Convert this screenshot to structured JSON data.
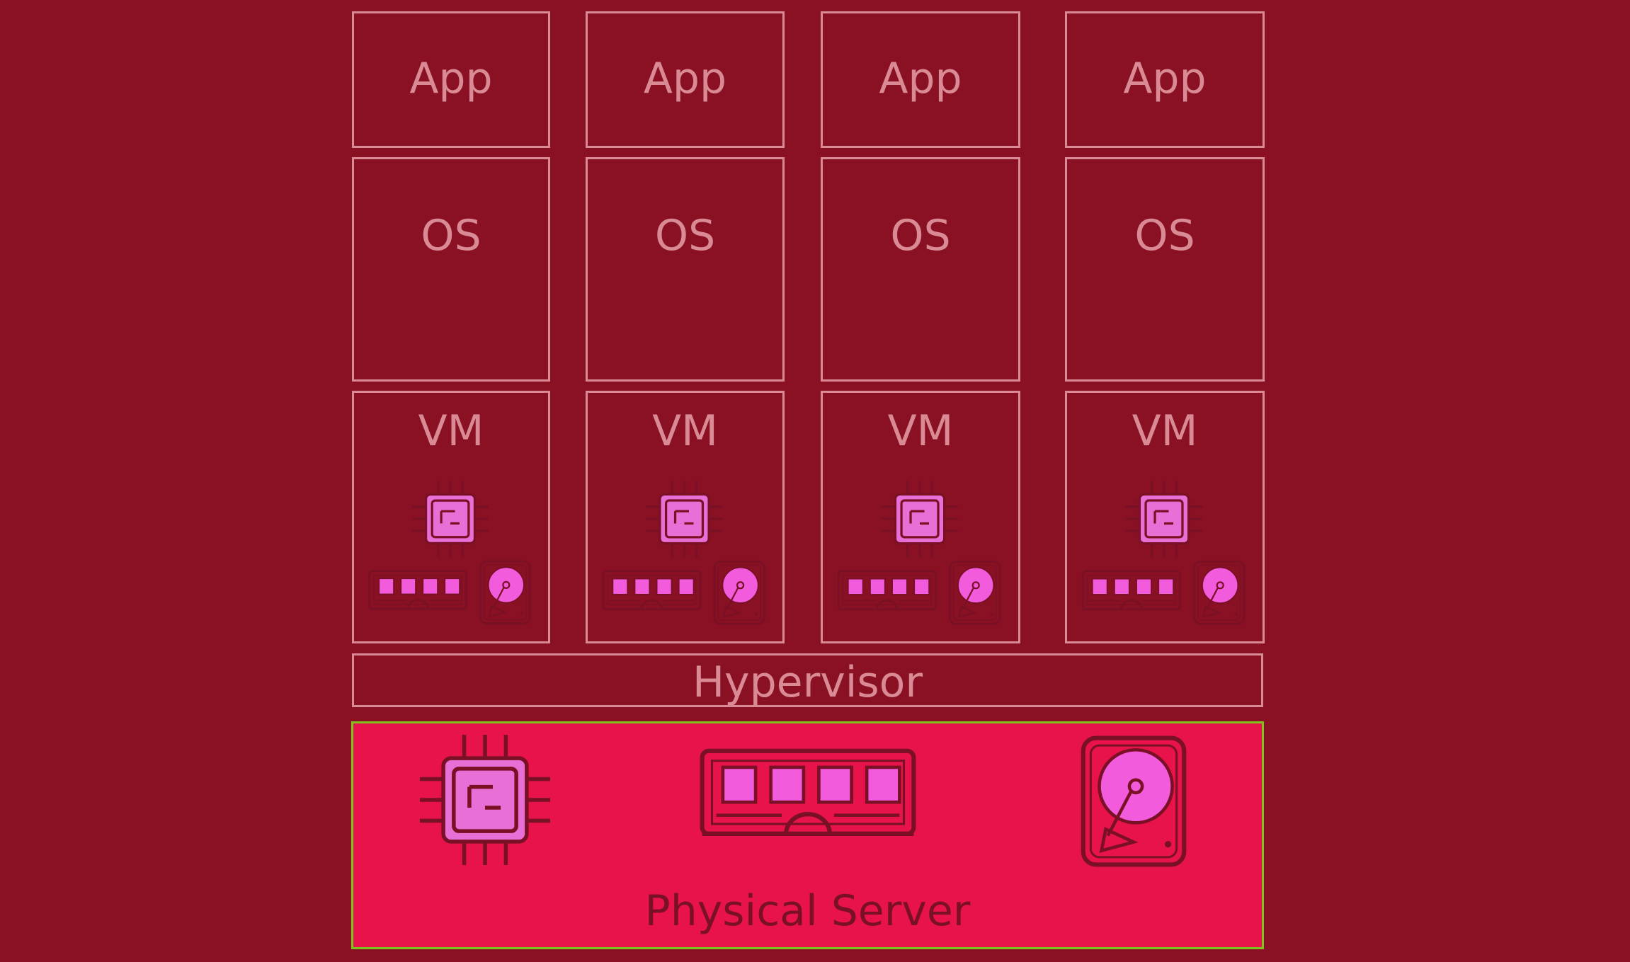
{
  "stack": {
    "columns": [
      {
        "app": "App",
        "os": "OS",
        "vm": "VM"
      },
      {
        "app": "App",
        "os": "OS",
        "vm": "VM"
      },
      {
        "app": "App",
        "os": "OS",
        "vm": "VM"
      },
      {
        "app": "App",
        "os": "OS",
        "vm": "VM"
      }
    ],
    "hypervisor": "Hypervisor",
    "physical_server": "Physical Server"
  },
  "icons": [
    "cpu-icon",
    "memory-icon",
    "disk-icon"
  ],
  "colors": {
    "background": "#8a1124",
    "box_outline": "#d98a94",
    "physical_server_fill": "#e8134b",
    "physical_server_outline": "#7fc21f",
    "icon_highlight": "#f25cdc"
  }
}
